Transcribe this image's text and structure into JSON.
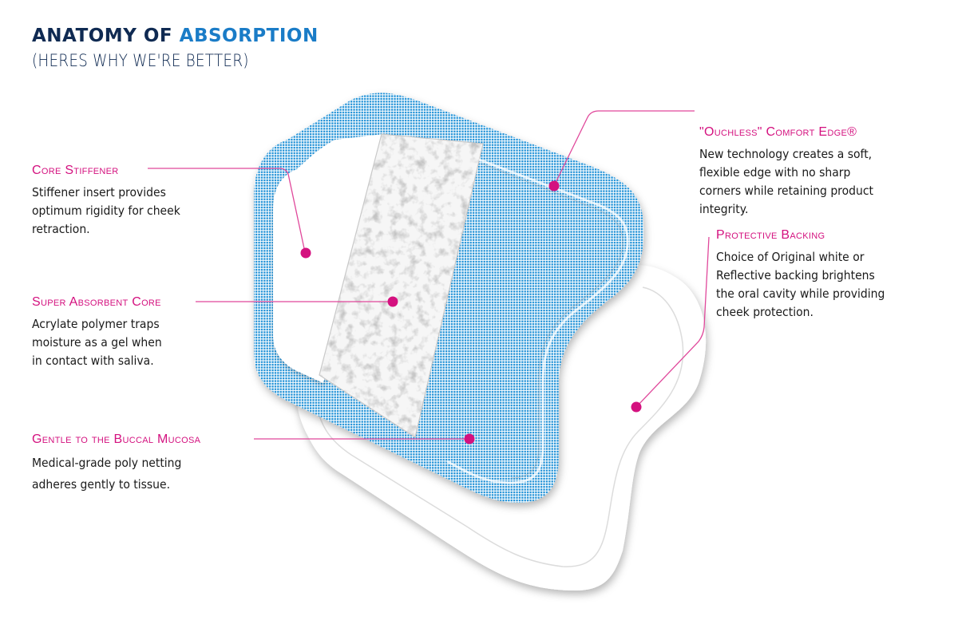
{
  "header": {
    "title_part1": "ANATOMY OF ",
    "title_part2": "ABSORPTION",
    "subtitle": "(HERES WHY WE'RE BETTER)"
  },
  "colors": {
    "title_dark": "#0f2a52",
    "title_accent": "#1a7cc7",
    "callout_pink": "#d4117f",
    "mesh_blue": "#1c8fd6",
    "body_text": "#1a1a1a"
  },
  "callouts": [
    {
      "id": "core-stiffener",
      "heading": "Core Stiffener",
      "body": [
        "Stiffener insert provides",
        "optimum rigidity for cheek",
        "retraction."
      ]
    },
    {
      "id": "super-absorbent-core",
      "heading": "Super Absorbent Core",
      "body": [
        "Acrylate polymer traps",
        "moisture as a gel when",
        "in contact with saliva."
      ]
    },
    {
      "id": "gentle-buccal-mucosa",
      "heading": "Gentle to the Buccal Mucosa",
      "body": [
        "Medical-grade poly netting",
        "adheres gently to tissue."
      ]
    },
    {
      "id": "ouchless-comfort-edge",
      "heading": "\"Ouchless\" Comfort Edge®",
      "body": [
        "New technology creates a soft,",
        "flexible edge with no sharp",
        "corners while retaining product",
        "integrity."
      ]
    },
    {
      "id": "protective-backing",
      "heading": "Protective Backing",
      "body": [
        "Choice of Original white or",
        "Reflective backing brightens",
        "the oral cavity while providing",
        "cheek protection."
      ]
    }
  ]
}
